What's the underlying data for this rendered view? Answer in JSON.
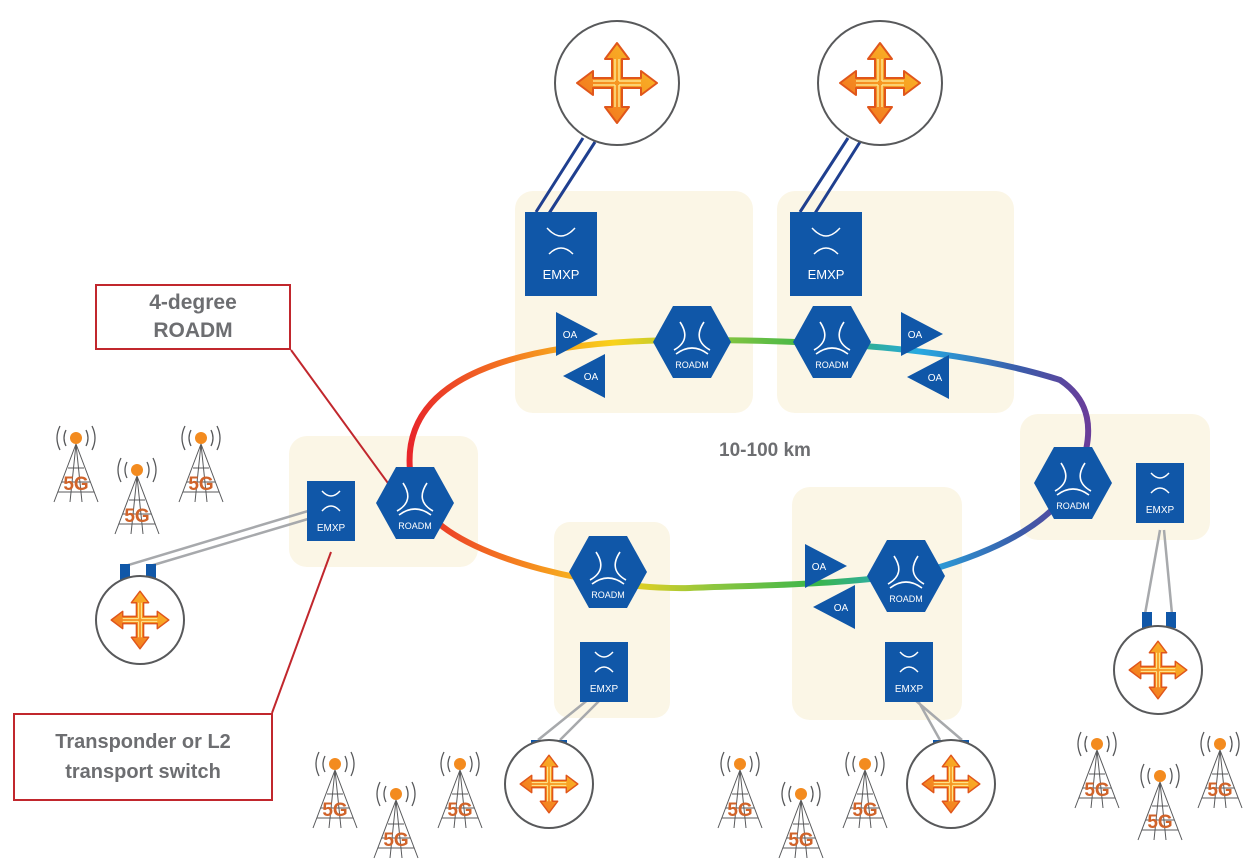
{
  "callouts": {
    "roadm": "4-degree\nROADM",
    "transponder": "Transponder or L2\ntransport switch"
  },
  "ring_distance": "10-100 km",
  "labels": {
    "roadm": "ROADM",
    "emxp": "EMXP",
    "oa": "OA",
    "five_g": "5G"
  },
  "colors": {
    "device_blue": "#1057a8",
    "site_background": "#fbf6e6",
    "callout_border": "#c1272d",
    "callout_text": "#6d6e71",
    "router_orange": "#f38b1f",
    "router_yellow": "#fbb326",
    "five_g_text": "#d0632a"
  },
  "icons": [
    "router-icon",
    "roadm-icon",
    "emxp-icon",
    "optical-amplifier-icon",
    "cell-tower-icon"
  ]
}
